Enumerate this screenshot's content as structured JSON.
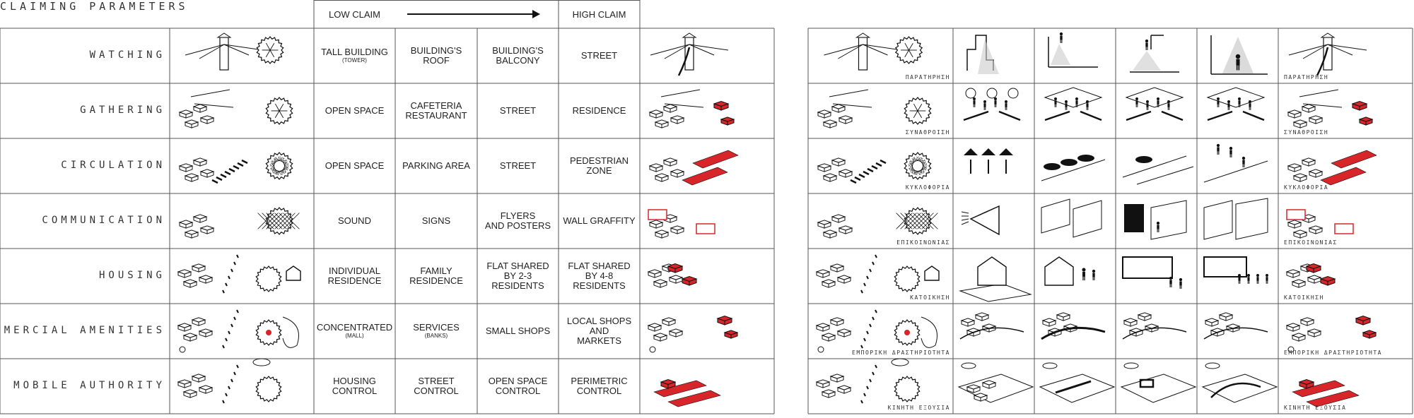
{
  "title": "CLAIMING PARAMETERS",
  "header": {
    "low": "LOW CLAIM",
    "high": "HIGH CLAIM"
  },
  "rows": [
    {
      "label": "WATCHING",
      "greek": "ΠΑΡΑΤΗΡΗΣΗ",
      "cells": [
        {
          "text": "TALL BUILDING",
          "sub": "(TOWER)"
        },
        {
          "text": "BUILDING'S\nROOF"
        },
        {
          "text": "BUILDING'S\nBALCONY"
        },
        {
          "text": "STREET"
        }
      ]
    },
    {
      "label": "GATHERING",
      "greek": "ΣΥΝΑΘΡΟΙΣΗ",
      "cells": [
        {
          "text": "OPEN SPACE"
        },
        {
          "text": "CAFETERIA\nRESTAURANT"
        },
        {
          "text": "STREET"
        },
        {
          "text": "RESIDENCE"
        }
      ]
    },
    {
      "label": "CIRCULATION",
      "greek": "ΚΥΚΛΟΦΟΡΙΑ",
      "cells": [
        {
          "text": "OPEN SPACE"
        },
        {
          "text": "PARKING AREA"
        },
        {
          "text": "STREET"
        },
        {
          "text": "PEDESTRIAN\nZONE"
        }
      ]
    },
    {
      "label": "COMMUNICATION",
      "greek": "ΕΠΙΚΟΙΝΩΝΙΑΣ",
      "cells": [
        {
          "text": "SOUND"
        },
        {
          "text": "SIGNS"
        },
        {
          "text": "FLYERS\nAND POSTERS"
        },
        {
          "text": "WALL GRAFFITY"
        }
      ]
    },
    {
      "label": "HOUSING",
      "greek": "ΚΑΤΟΙΚΗΣΗ",
      "cells": [
        {
          "text": "INDIVIDUAL\nRESIDENCE"
        },
        {
          "text": "FAMILY\nRESIDENCE"
        },
        {
          "text": "FLAT SHARED\nBY 2-3 RESIDENTS"
        },
        {
          "text": "FLAT SHARED\nBY 4-8 RESIDENTS"
        }
      ]
    },
    {
      "label": "COMMERCIAL AMENITIES",
      "greek": "ΕΜΠΟΡΙΚΗ ΔΡΑΣΤΗΡΙΟΤΗΤΑ",
      "cells": [
        {
          "text": "CONCENTRATED",
          "sub": "(MALL)"
        },
        {
          "text": "SERVICES",
          "sub": "(BANKS)"
        },
        {
          "text": "SMALL SHOPS"
        },
        {
          "text": "LOCAL SHOPS\nAND\nMARKETS"
        }
      ]
    },
    {
      "label": "MOBILE AUTHORITY",
      "greek": "ΚΙΝΗΤΗ ΕΞΟΥΣΙΑ",
      "cells": [
        {
          "text": "HOUSING\nCONTROL"
        },
        {
          "text": "STREET\nCONTROL"
        },
        {
          "text": "OPEN SPACE\nCONTROL"
        },
        {
          "text": "PERIMETRIC\nCONTROL"
        }
      ]
    }
  ],
  "colors": {
    "line": "#555555",
    "accent": "#d8252a",
    "ink": "#111111"
  }
}
